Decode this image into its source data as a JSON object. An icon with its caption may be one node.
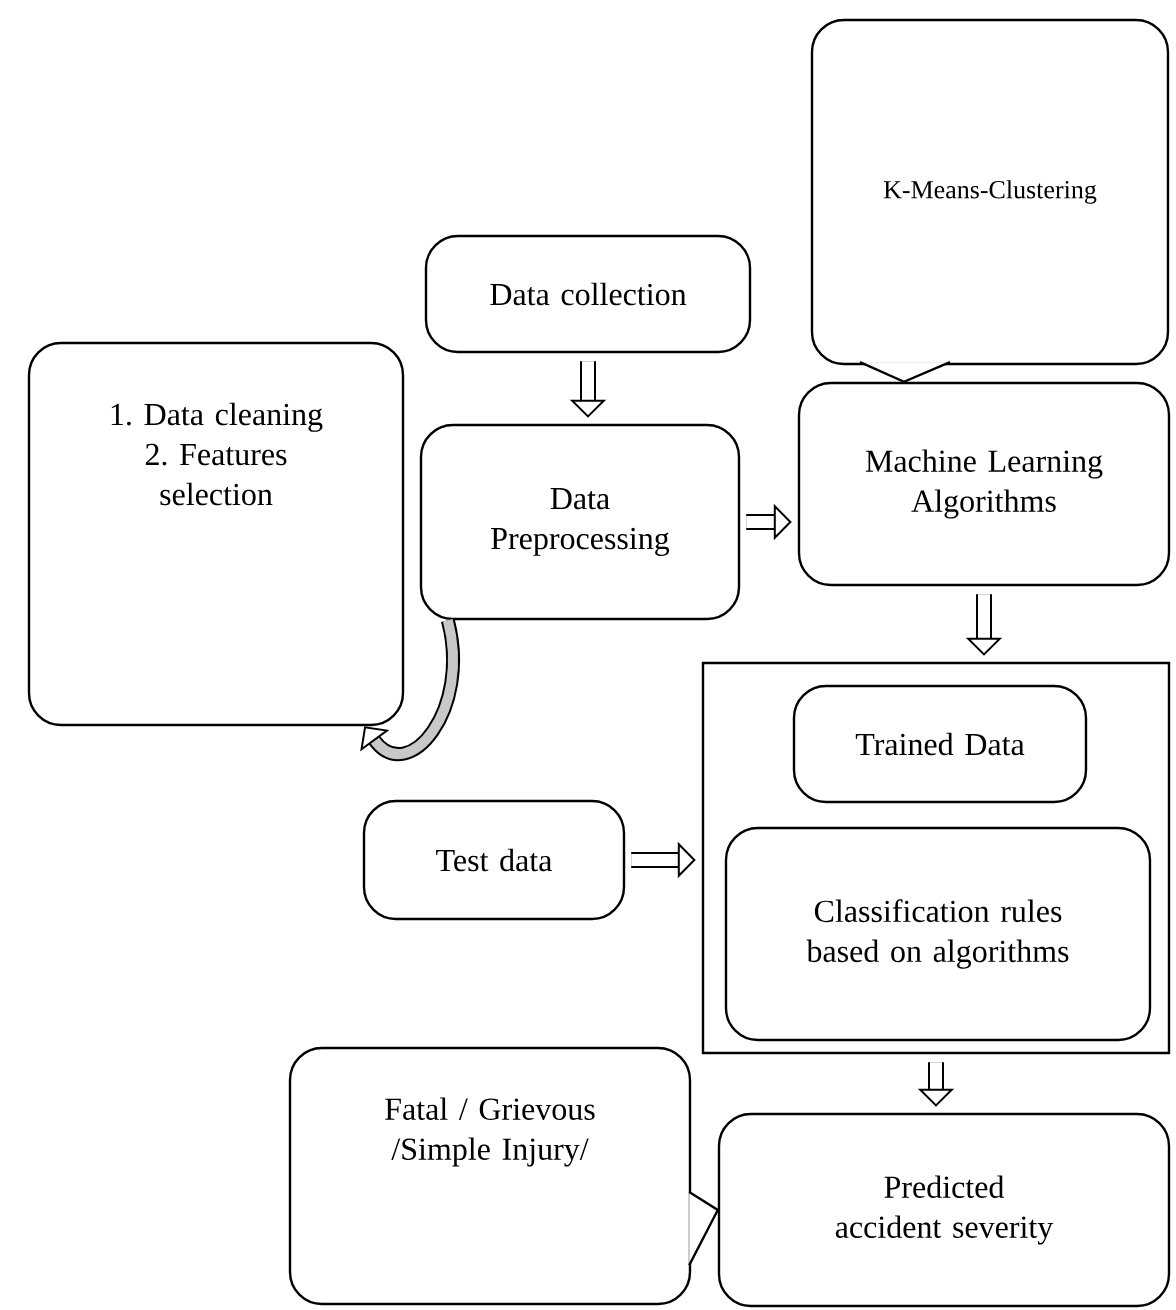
{
  "diagram": {
    "nodes": [
      {
        "text": [
          "K-Means-Clustering"
        ]
      },
      {
        "text": [
          "Data collection"
        ]
      },
      {
        "text": [
          "1. Data cleaning 2. Features selection"
        ]
      },
      {
        "text": [
          "Data Preprocessing"
        ]
      },
      {
        "text": [
          "Machine Learning Algorithms"
        ]
      },
      {
        "text": [],
        "shape": "box"
      },
      {
        "text": [
          "Trained Data"
        ],
        "in": 5
      },
      {
        "text": [
          "Classification rules based on algorithms"
        ],
        "in": 5
      },
      {
        "text": [
          "Test data"
        ]
      },
      {
        "text": [
          "Fatal / Grievous /Simple Injury/"
        ]
      },
      {
        "text": [
          "Predicted accident severity"
        ]
      }
    ],
    "edges": [
      {
        "from": 0,
        "to": 4,
        "arrow": "none"
      },
      {
        "from": 1,
        "to": 3,
        "arrow": "to"
      },
      {
        "from": 3,
        "to": 4,
        "arrow": "to"
      },
      {
        "from": 3,
        "to": 2,
        "arrow": "to"
      },
      {
        "from": 4,
        "to": 5,
        "arrow": "to"
      },
      {
        "from": 8,
        "to": 5,
        "arrow": "to"
      },
      {
        "from": 5,
        "to": 10,
        "arrow": "to"
      },
      {
        "from": 9,
        "to": 10,
        "arrow": "none"
      }
    ]
  }
}
